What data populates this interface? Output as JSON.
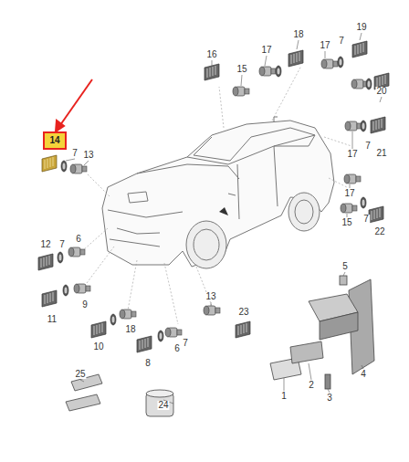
{
  "diagram": {
    "nodes": [
      {
        "text": [
          "14"
        ]
      }
    ],
    "labels": [
      "16",
      "15",
      "17",
      "18",
      "17",
      "7",
      "19",
      "20",
      "17",
      "7",
      "21",
      "7",
      "13",
      "12",
      "7",
      "6",
      "17",
      "15",
      "7",
      "22",
      "5",
      "11",
      "9",
      "10",
      "18",
      "8",
      "13",
      "7",
      "6",
      "23",
      "4",
      "25",
      "24",
      "1",
      "2",
      "3"
    ]
  }
}
